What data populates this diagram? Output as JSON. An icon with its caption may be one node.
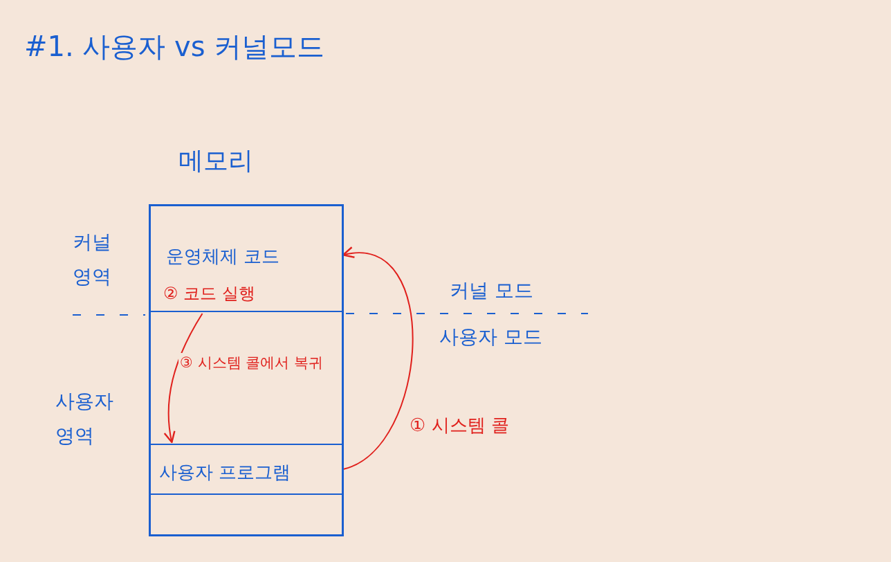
{
  "diagram": {
    "title": "#1. 사용자 vs 커널모드",
    "nodes": [
      {
        "text": [
          "메모리"
        ]
      },
      {
        "text": [
          "운영체제 코드",
          "② 코드 실행"
        ],
        "in": 0
      },
      {
        "text": [
          "사용자 프로그램"
        ],
        "in": 0
      }
    ],
    "edges": [
      {
        "from": 2,
        "to": 1,
        "arrow": "to",
        "label": "① 시스템 콜",
        "color": "#e0201c"
      },
      {
        "from": 1,
        "to": 2,
        "arrow": "to",
        "label": "③ 시스템 콜에서 복귀",
        "color": "#e0201c"
      }
    ],
    "labels": [
      "커널 영역",
      "사용자 영역",
      "커널 모드",
      "사용자 모드"
    ]
  }
}
